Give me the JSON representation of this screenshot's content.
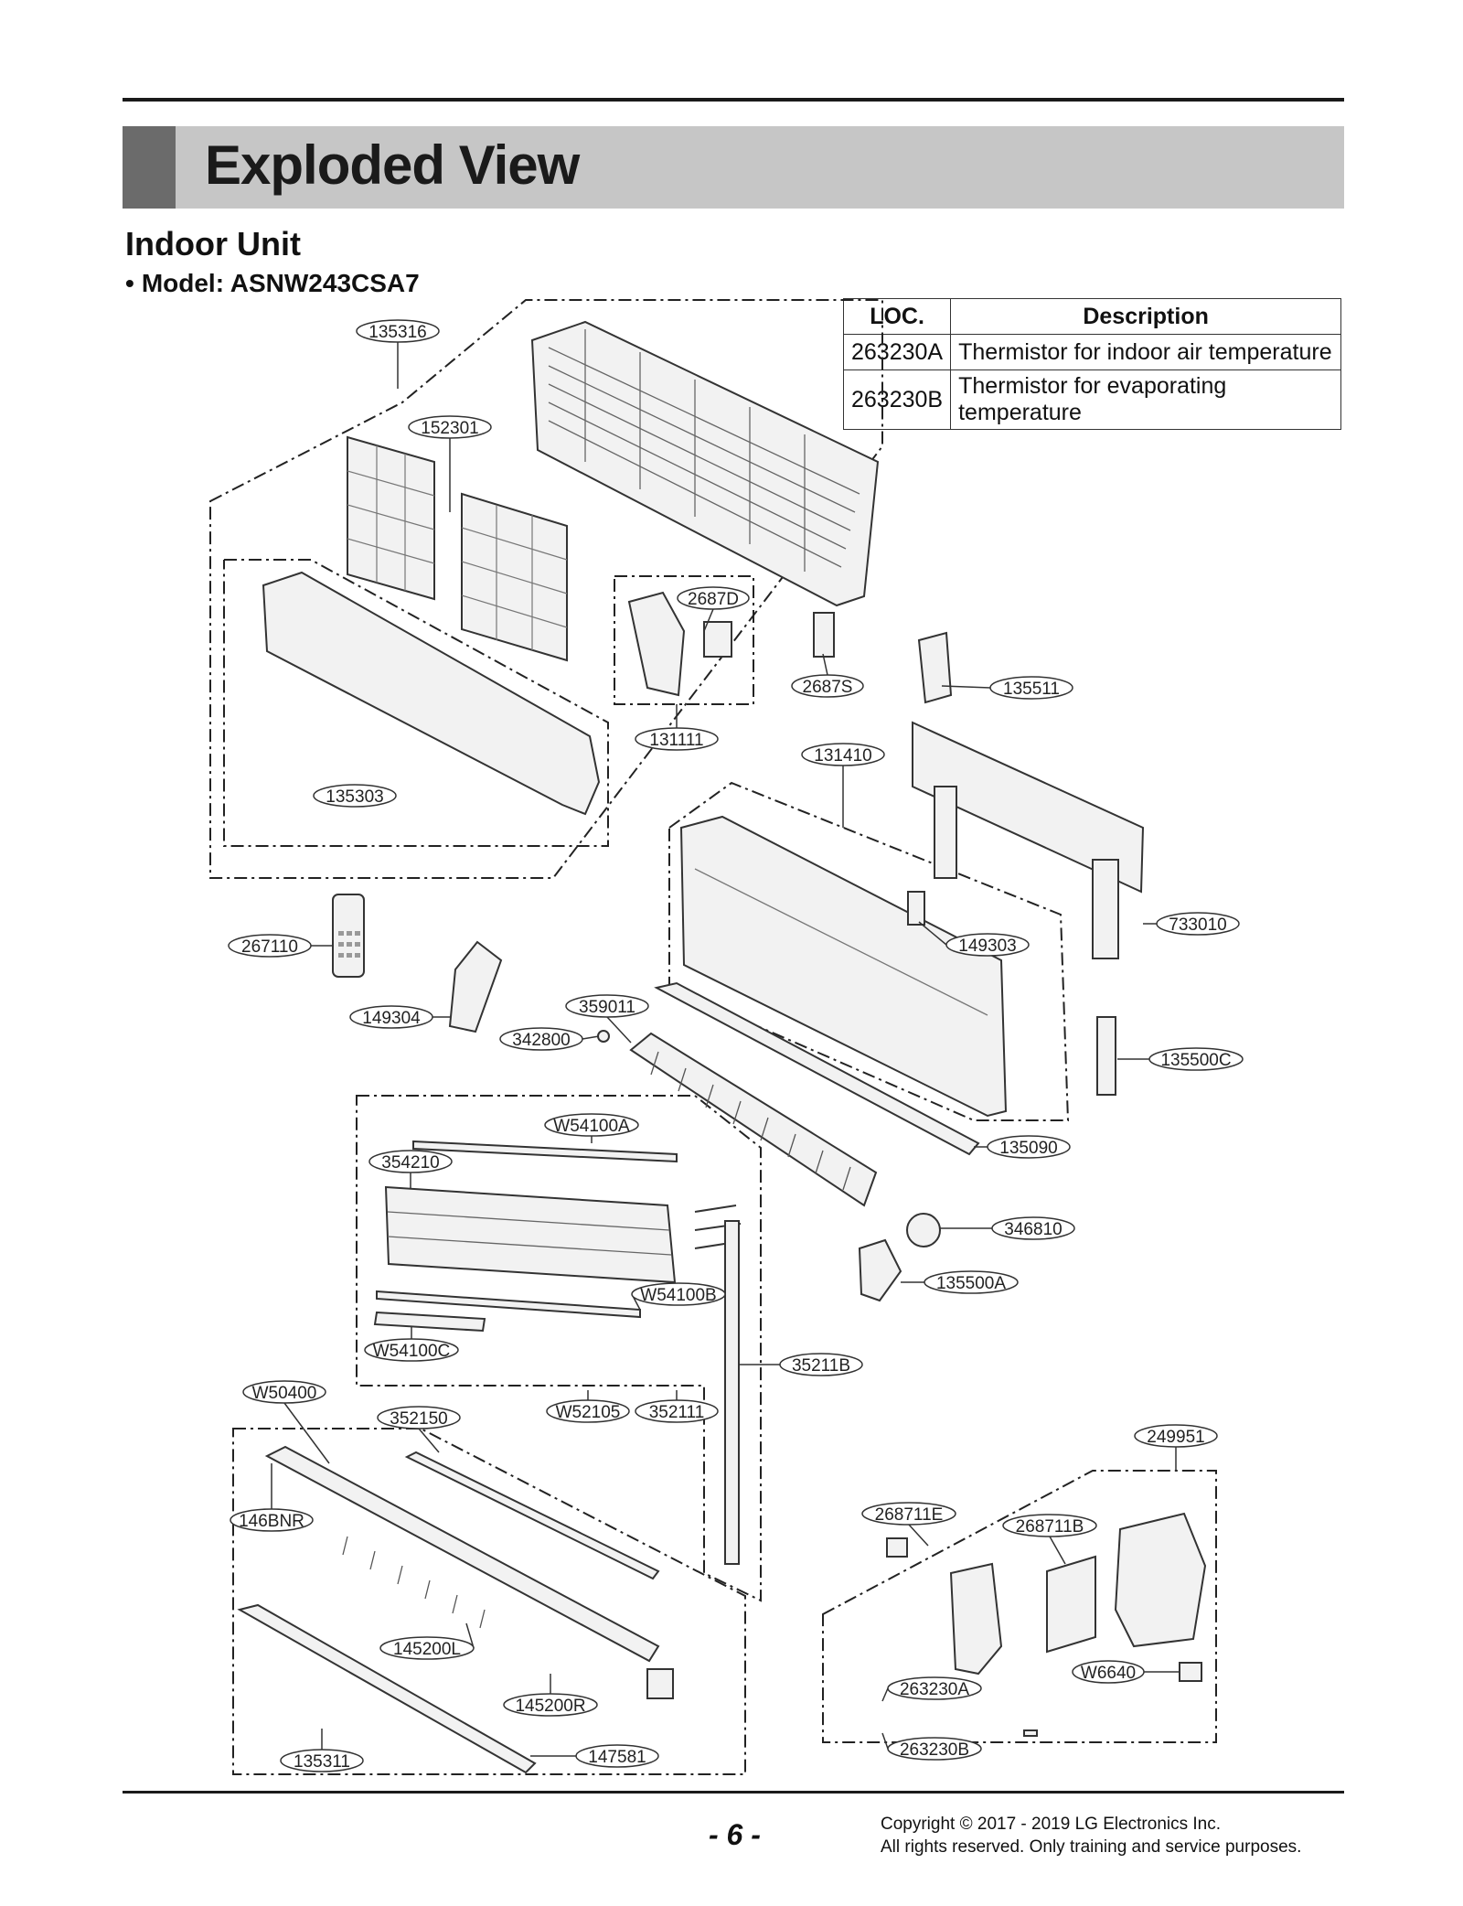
{
  "header": {
    "title": "Exploded View",
    "subtitle": "Indoor Unit",
    "model_bullet": "•",
    "model": "Model: ASNW243CSA7"
  },
  "loc_table": {
    "headers": [
      "LOC.",
      "Description"
    ],
    "rows": [
      [
        "263230A",
        "Thermistor for indoor air temperature"
      ],
      [
        "263230B",
        "Thermistor for evaporating temperature"
      ]
    ]
  },
  "part_labels": [
    "135316",
    "152301",
    "2687D",
    "2687S",
    "135511",
    "131111",
    "131410",
    "135303",
    "733010",
    "149303",
    "267110",
    "149304",
    "359011",
    "342800",
    "135500C",
    "W54100A",
    "135090",
    "354210",
    "346810",
    "W54100B",
    "135500A",
    "W54100C",
    "35211B",
    "W50400",
    "W52105",
    "352111",
    "352150",
    "249951",
    "146BNR",
    "268711E",
    "268711B",
    "145200L",
    "W6640",
    "145200R",
    "263230A",
    "263230B",
    "135311",
    "147581"
  ],
  "footer": {
    "page": "- 6 -",
    "copyright_line1": "Copyright © 2017 - 2019 LG Electronics Inc.",
    "copyright_line2": "All rights reserved. Only training and service purposes."
  }
}
